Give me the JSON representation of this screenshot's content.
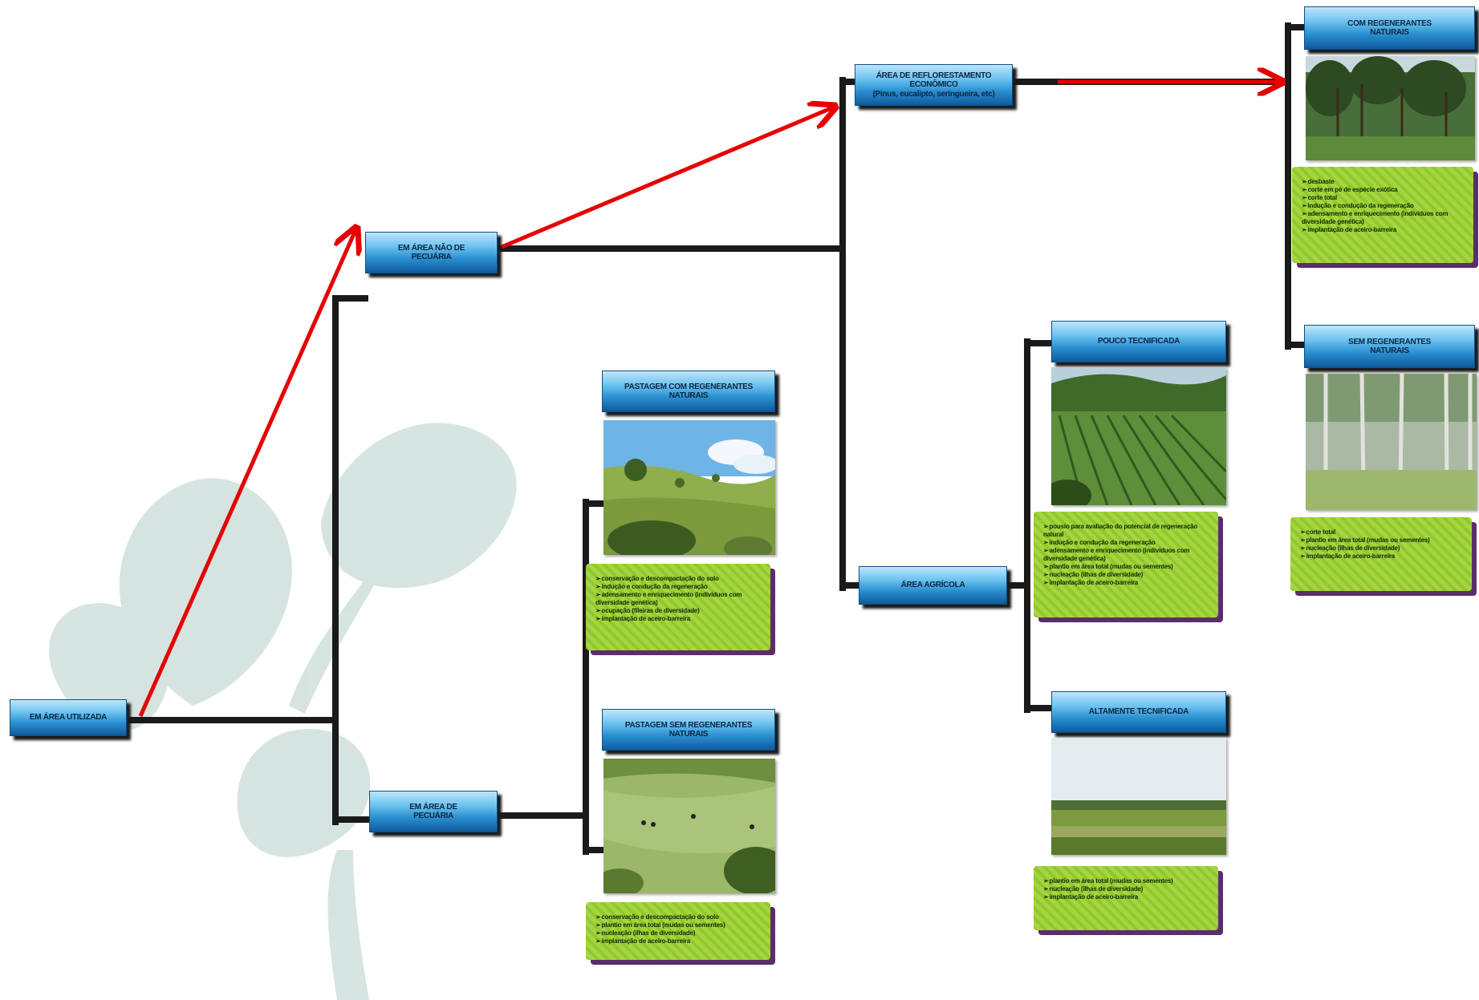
{
  "nodes": {
    "root": "EM ÁREA UTILIZADA",
    "nao_pecuaria": "EM ÁREA NÃO DE\nPECUÁRIA",
    "pecuaria": "EM ÁREA DE\nPECUÁRIA",
    "pastagem_com": "PASTAGEM COM REGENERANTES\nNATURAIS",
    "pastagem_sem": "PASTAGEM SEM REGENERANTES\nNATURAIS",
    "reflorestamento": "ÁREA DE REFLORESTAMENTO\nECONÔMICO\n(Pinus, eucalipto, seringueira, etc)",
    "agricola": "ÁREA AGRÍCOLA",
    "pouco_tec": "POUCO TECNIFICADA",
    "alta_tec": "ALTAMENTE TECNIFICADA",
    "com_regen": "COM REGENERANTES\nNATURAIS",
    "sem_regen": "SEM REGENERANTES\nNATURAIS"
  },
  "actions": {
    "pastagem_com": [
      "conservação e descompactação do solo",
      "indução e condução da regeneração",
      "adensamento e enriquecimento (indivíduos com diversidade genética)",
      "ocupação (fileiras de diversidade)",
      "implantação de aceiro-barreira"
    ],
    "pastagem_sem": [
      "conservação e descompactação do solo",
      "plantio em área total (mudas ou sementes)",
      "nucleação (ilhas de diversidade)",
      "implantação de aceiro-barreira"
    ],
    "pouco_tec": [
      "pousio para avaliação do potencial de regeneração natural",
      "indução e condução da regeneração",
      "adensamento e enriquecimento (indivíduos com diversidade genética)",
      "plantio em área total (mudas ou sementes)",
      "nucleação (ilhas de diversidade)",
      "implantação de aceiro-barreira"
    ],
    "alta_tec": [
      "plantio em área total (mudas ou sementes)",
      "nucleação (ilhas de diversidade)",
      "implantação de aceiro-barreira"
    ],
    "com_regen": [
      "desbaste",
      "corte em pé de espécie exótica",
      "corte total",
      "indução e condução da regeneração",
      "adensamento e enriquecimento (indivíduos com diversidade genética)",
      "implantação de aceiro-barreira"
    ],
    "sem_regen": [
      "corte total",
      "plantio em área total (mudas ou sementes)",
      "nucleação (ilhas de diversidade)",
      "implantação de aceiro-barreira"
    ]
  },
  "colors": {
    "connector": "#1a1a1a",
    "arrow": "#e60000",
    "action_box": "#9fd23a",
    "action_shadow": "#5b2d6b",
    "node_blue": "#2a8fd0"
  },
  "icons": {
    "bullet": "arrow-bullet-icon",
    "watermark": "leaf-watermark-icon"
  }
}
